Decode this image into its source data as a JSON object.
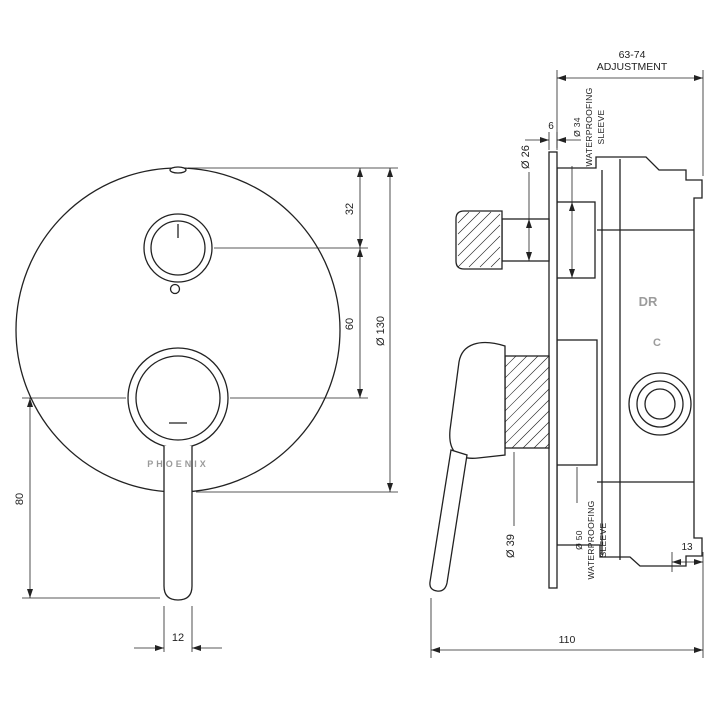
{
  "front_view": {
    "brand_label": "PHOENIX",
    "dim_32": "32",
    "dim_60": "60",
    "dim_dia130": "Ø 130",
    "dim_80": "80",
    "dim_12": "12"
  },
  "side_view": {
    "dim_adjustment_value": "63-74",
    "dim_adjustment_word": "ADJUSTMENT",
    "dim_6": "6",
    "dim_dia26": "Ø 26",
    "upper_sleeve": {
      "dia": "Ø 34",
      "word1": "WATERPROOFING",
      "word2": "SLEEVE"
    },
    "lower_sleeve": {
      "dia": "Ø 50",
      "word1": "WATERPROOFING",
      "word2": "SLEEVE"
    },
    "dim_dia39": "Ø 39",
    "mark_dr": "DR",
    "mark_c": "C",
    "dim_13": "13",
    "dim_110": "110"
  }
}
